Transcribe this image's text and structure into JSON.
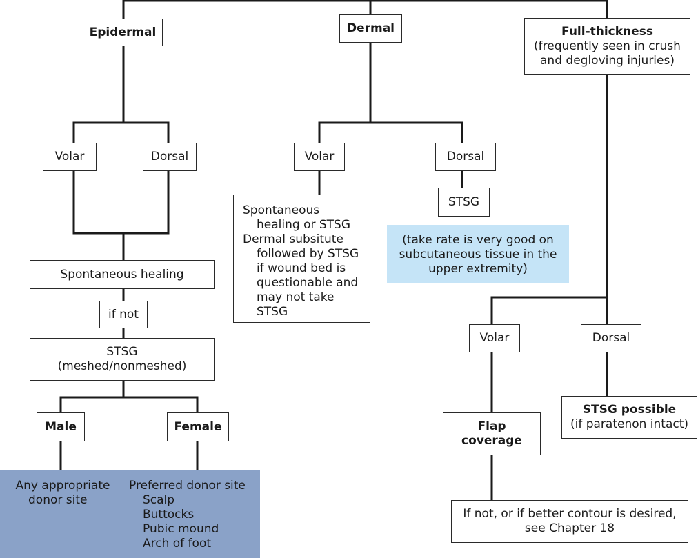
{
  "nodes": {
    "epidermal": "Epidermal",
    "dermal": "Dermal",
    "full_thickness": {
      "title": "Full-thickness",
      "subtitle": "(frequently seen in crush and degloving injuries)"
    },
    "epi_volar": "Volar",
    "epi_dorsal": "Dorsal",
    "derm_volar": "Volar",
    "derm_dorsal": "Dorsal",
    "derm_dorsal_stsg": "STSG",
    "spontaneous_healing": "Spontaneous healing",
    "if_not": "if not",
    "stsg_meshed": {
      "line1": "STSG",
      "line2": "(meshed/nonmeshed)"
    },
    "male": "Male",
    "female": "Female",
    "male_donor": {
      "line1": "Any appropriate",
      "line2": "donor site"
    },
    "female_donor": {
      "heading": "Preferred donor site",
      "items": [
        "Scalp",
        "Buttocks",
        "Pubic mound",
        "Arch of foot"
      ]
    },
    "derm_volar_text": {
      "l1": "Spontaneous",
      "l2": "healing or STSG",
      "l3": "Dermal subsitute",
      "l4": "followed by STSG",
      "l5": "if wound bed is",
      "l6": "questionable and",
      "l7": "may not take",
      "l8": "STSG"
    },
    "take_rate_note": "(take rate is very good  on subcutaneous tissue in the upper extremity)",
    "ft_volar": "Volar",
    "ft_dorsal": "Dorsal",
    "flap_coverage": "Flap coverage",
    "stsg_possible": {
      "title": "STSG possible",
      "subtitle": "(if paratenon intact)"
    },
    "if_not_contour": {
      "line1": "If not, or if better contour is desired,",
      "line2": "see Chapter 18"
    }
  },
  "colors": {
    "line": "#1a1a1a",
    "note_fill": "#c5e4f7",
    "donor_fill": "#8aa2c8"
  }
}
